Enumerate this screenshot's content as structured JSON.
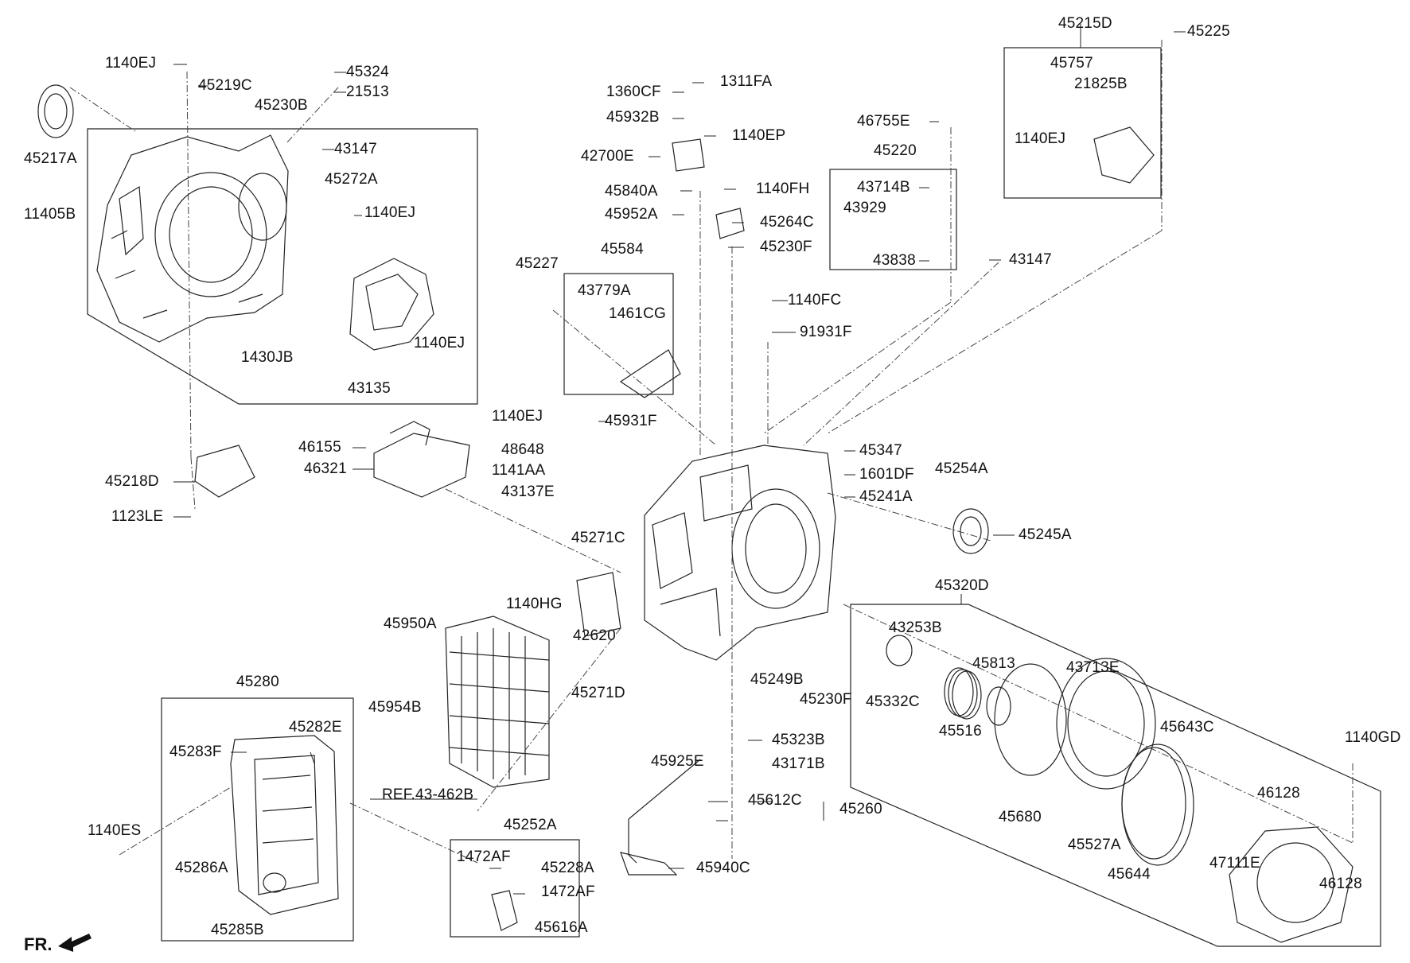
{
  "diagram": {
    "orientation_label": "FR.",
    "ref_label": "REF.43-462B",
    "parts": {
      "p1140ej_a": "1140EJ",
      "p45219c": "45219C",
      "p45324": "45324",
      "p21513": "21513",
      "p45230b": "45230B",
      "p45217a": "45217A",
      "p43147_a": "43147",
      "p11405b": "11405B",
      "p45272a": "45272A",
      "p1140ej_b": "1140EJ",
      "p1140ej_c": "1140EJ",
      "p1430jb": "1430JB",
      "p43135": "43135",
      "p1360cf": "1360CF",
      "p1311fa": "1311FA",
      "p45932b": "45932B",
      "p1140ep": "1140EP",
      "p42700e": "42700E",
      "p45840a": "45840A",
      "p1140fh": "1140FH",
      "p45952a": "45952A",
      "p45264c": "45264C",
      "p45230f_a": "45230F",
      "p45584": "45584",
      "p45227": "45227",
      "p43779a": "43779A",
      "p1461cg": "1461CG",
      "p46755e": "46755E",
      "p45220": "45220",
      "p43714b": "43714B",
      "p43929": "43929",
      "p43838": "43838",
      "p43147_b": "43147",
      "p45215d": "45215D",
      "p45225": "45225",
      "p45757": "45757",
      "p21825b": "21825B",
      "p1140ej_d": "1140EJ",
      "p1140fc": "1140FC",
      "p91931f": "91931F",
      "p1140ej_e": "1140EJ",
      "p45931f": "45931F",
      "p46155": "46155",
      "p48648": "48648",
      "p46321": "46321",
      "p1141aa": "1141AA",
      "p43137e": "43137E",
      "p45271c": "45271C",
      "p45347": "45347",
      "p1601df": "1601DF",
      "p45254a": "45254A",
      "p45241a": "45241A",
      "p45245a": "45245A",
      "p45218d": "45218D",
      "p1123le": "1123LE",
      "p45320d": "45320D",
      "p1140hg": "1140HG",
      "p45950a": "45950A",
      "p42620": "42620",
      "p43253b": "43253B",
      "p45813": "45813",
      "p43713e": "43713E",
      "p45954b": "45954B",
      "p45271d": "45271D",
      "p45249b": "45249B",
      "p45230f_b": "45230F",
      "p45332c": "45332C",
      "p45516": "45516",
      "p45280": "45280",
      "p45283f": "45283F",
      "p45282e": "45282E",
      "p45323b": "45323B",
      "p43171b": "43171B",
      "p45643c": "45643C",
      "p1140gd": "1140GD",
      "p45925e": "45925E",
      "p45612c": "45612C",
      "p45260": "45260",
      "p45680": "45680",
      "p46128_a": "46128",
      "p1140es": "1140ES",
      "p45252a": "45252A",
      "p45527a": "45527A",
      "p47111e": "47111E",
      "p1472af_a": "1472AF",
      "p45228a": "45228A",
      "p45940c": "45940C",
      "p45286a": "45286A",
      "p1472af_b": "1472AF",
      "p45644": "45644",
      "p46128_b": "46128",
      "p45285b": "45285B",
      "p45616a": "45616A"
    }
  }
}
